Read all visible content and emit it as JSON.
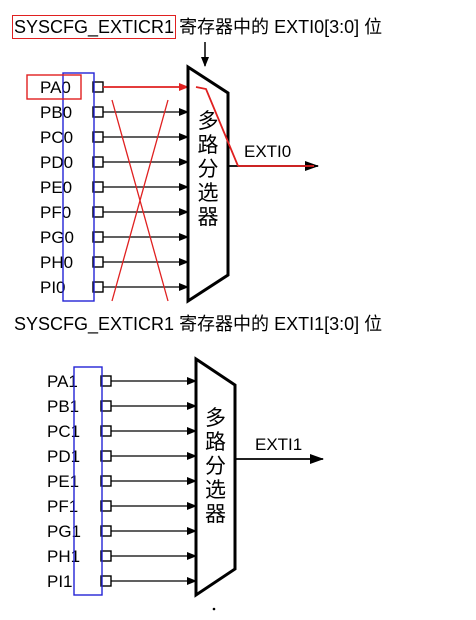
{
  "colors": {
    "ink": "#000000",
    "highlight_red": "#e02020",
    "bus_box_blue": "#2323d6"
  },
  "diagram_1": {
    "register": "SYSCFG_EXTICR1",
    "suffix_cn": "寄存器中的",
    "bits": "EXTI0[3:0]",
    "suffix_pos": "位",
    "pins": [
      "PA0",
      "PB0",
      "PC0",
      "PD0",
      "PE0",
      "PF0",
      "PG0",
      "PH0",
      "PI0"
    ],
    "selected_pin_index": 0,
    "mux_label_chars": [
      "多",
      "路",
      "分",
      "选",
      "器"
    ],
    "output_label": "EXTI0"
  },
  "diagram_2": {
    "register": "SYSCFG_EXTICR1",
    "suffix_cn": "寄存器中的",
    "bits": "EXTI1[3:0]",
    "suffix_pos": "位",
    "pins": [
      "PA1",
      "PB1",
      "PC1",
      "PD1",
      "PE1",
      "PF1",
      "PG1",
      "PH1",
      "PI1"
    ],
    "mux_label_chars": [
      "多",
      "路",
      "分",
      "选",
      "器"
    ],
    "output_label": "EXTI1"
  }
}
